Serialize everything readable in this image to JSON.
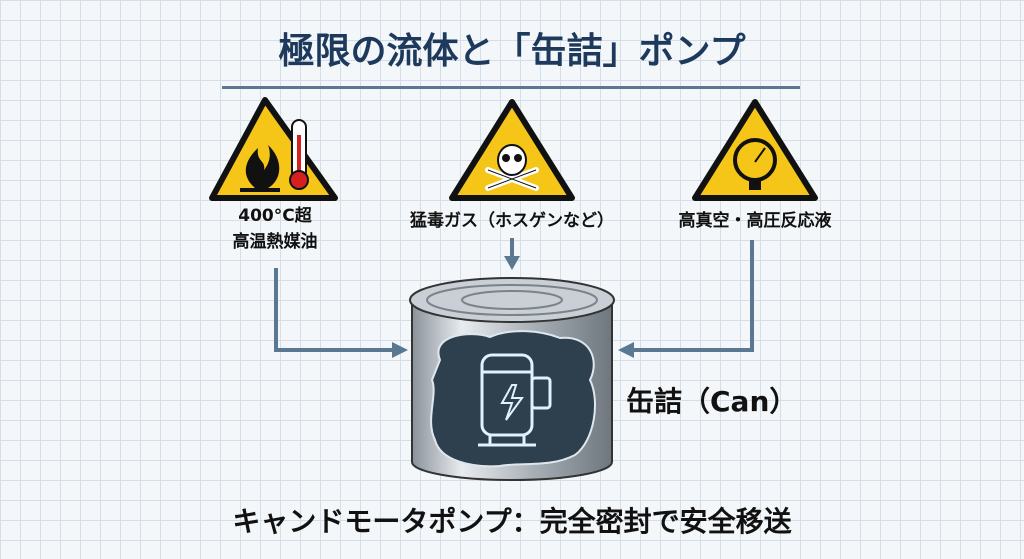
{
  "title": "極限の流体と「缶詰」ポンプ",
  "hazards": [
    {
      "icon": "fire-thermometer-warning-icon",
      "label_line1": "400°C超",
      "label_line2": "高温熱媒油"
    },
    {
      "icon": "skull-crossbones-warning-icon",
      "label_line1": "猛毒ガス（ホスゲンなど）"
    },
    {
      "icon": "pressure-gauge-warning-icon",
      "label_line1": "高真空・高圧反応液"
    }
  ],
  "can_label": "缶詰（Can）",
  "footer": "キャンドモータポンプ：完全密封で安全移送",
  "colors": {
    "title": "#1d3a5c",
    "arrow": "#5a7892",
    "warning": "#f5c518"
  }
}
